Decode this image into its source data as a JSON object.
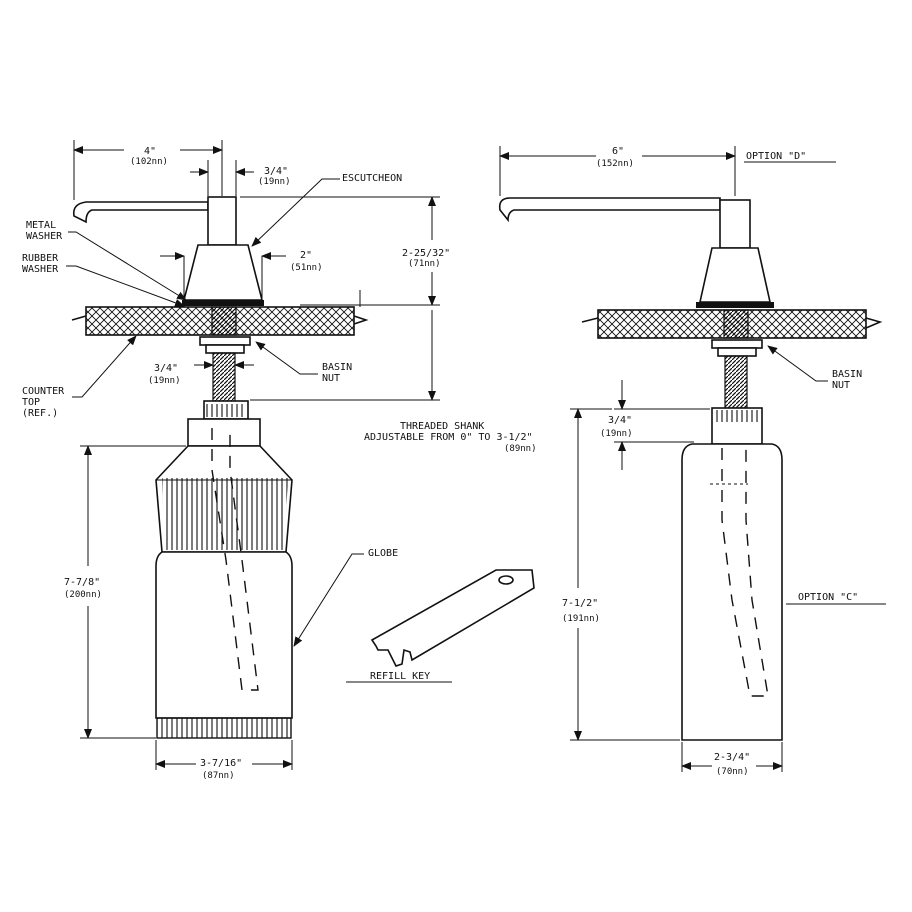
{
  "left_assembly": {
    "spout_length": "4\"",
    "spout_length_mm": "(102nn)",
    "body_width": "3/4\"",
    "body_width_mm": "(19nn)",
    "escutcheon_label": "ESCUTCHEON",
    "metal_washer_line1": "METAL",
    "metal_washer_line2": "WASHER",
    "rubber_washer_line1": "RUBBER",
    "rubber_washer_line2": "WASHER",
    "escutcheon_dia": "2\"",
    "escutcheon_dia_mm": "(51nn)",
    "height_above": "2-25/32\"",
    "height_above_mm": "(71nn)",
    "shank_dia": "3/4\"",
    "shank_dia_mm": "(19nn)",
    "basin_nut_line1": "BASIN",
    "basin_nut_line2": "NUT",
    "counter_line1": "COUNTER",
    "counter_line2": "TOP",
    "counter_line3": "(REF.)",
    "shank_note_line1": "THREADED SHANK",
    "shank_note_line2": "ADJUSTABLE FROM 0\" TO 3-1/2\"",
    "shank_note_line3": "(89nn)",
    "globe_height": "7-7/8\"",
    "globe_height_mm": "(200nn)",
    "globe_label": "GLOBE",
    "globe_width": "3-7/16\"",
    "globe_width_mm": "(87nn)"
  },
  "refill_key": {
    "label": "REFILL KEY"
  },
  "right_assembly": {
    "spout_length": "6\"",
    "spout_length_mm": "(152nn)",
    "option_d": "OPTION  \"D\"",
    "basin_nut_line1": "BASIN",
    "basin_nut_line2": "NUT",
    "neck_height": "3/4\"",
    "neck_height_mm": "(19nn)",
    "bottle_height": "7-1/2\"",
    "bottle_height_mm": "(191nn)",
    "option_c": "OPTION  \"C\"",
    "bottle_width": "2-3/4\"",
    "bottle_width_mm": "(70nn)"
  }
}
